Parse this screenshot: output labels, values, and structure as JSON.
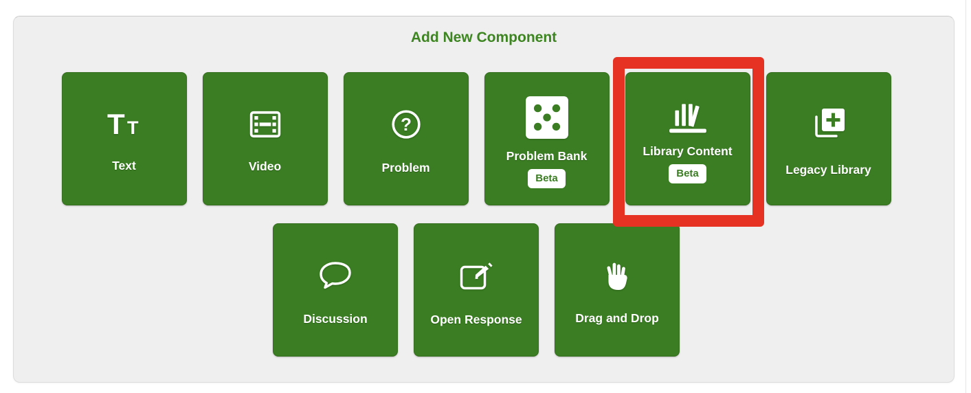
{
  "panel": {
    "title": "Add New Component"
  },
  "colors": {
    "tile_green": "#3a7d22",
    "title_green": "#3c8520",
    "highlight_red": "#e63222",
    "panel_bg": "#f0efef",
    "badge_bg": "#ffffff",
    "label_text": "#ffffff"
  },
  "tiles": [
    {
      "label": "Text",
      "icon": "text-icon"
    },
    {
      "label": "Video",
      "icon": "video-icon"
    },
    {
      "label": "Problem",
      "icon": "problem-icon"
    },
    {
      "label": "Problem Bank",
      "icon": "problem-bank-icon",
      "badge": "Beta"
    },
    {
      "label": "Library Content",
      "icon": "library-content-icon",
      "badge": "Beta",
      "highlighted": true
    },
    {
      "label": "Legacy Library",
      "icon": "legacy-library-icon"
    },
    {
      "label": "Discussion",
      "icon": "discussion-icon"
    },
    {
      "label": "Open Response",
      "icon": "open-response-icon"
    },
    {
      "label": "Drag and Drop",
      "icon": "drag-and-drop-icon"
    }
  ]
}
